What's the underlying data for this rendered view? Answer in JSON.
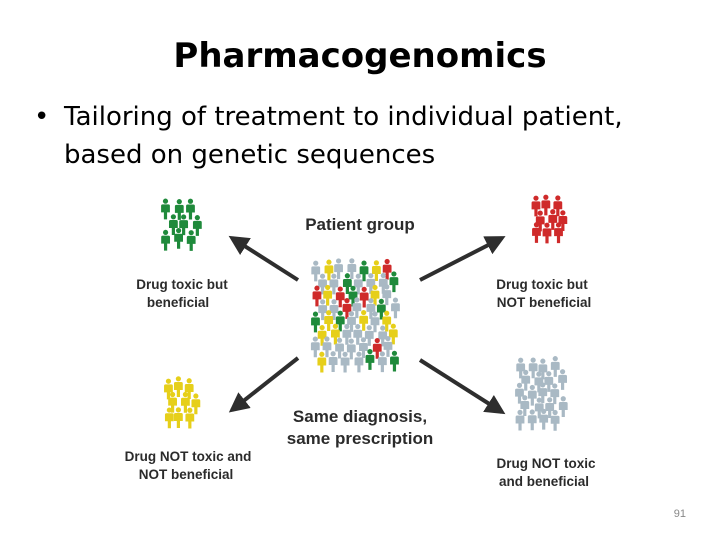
{
  "slide": {
    "title": "Pharmacogenomics",
    "bullet_symbol": "•",
    "bullet_text": "Tailoring of treatment to individual patient, based on genetic sequences",
    "slide_number": "91"
  },
  "diagram": {
    "center_top": "Patient group",
    "center_bottom_1": "Same diagnosis,",
    "center_bottom_2": "same prescription",
    "top_left_1": "Drug toxic but",
    "top_left_2": "beneficial",
    "top_right_1": "Drug toxic but",
    "top_right_2": "NOT beneficial",
    "bottom_left_1": "Drug NOT toxic and",
    "bottom_left_2": "NOT beneficial",
    "bottom_right_1": "Drug NOT toxic",
    "bottom_right_2": "and beneficial",
    "colors": {
      "green": "#1f8a3b",
      "red": "#cf2a2a",
      "yellow": "#e6cf1a",
      "grey": "#a9b9c4",
      "arrow": "#2e2e2e"
    },
    "icons": [
      "person-icon"
    ]
  }
}
